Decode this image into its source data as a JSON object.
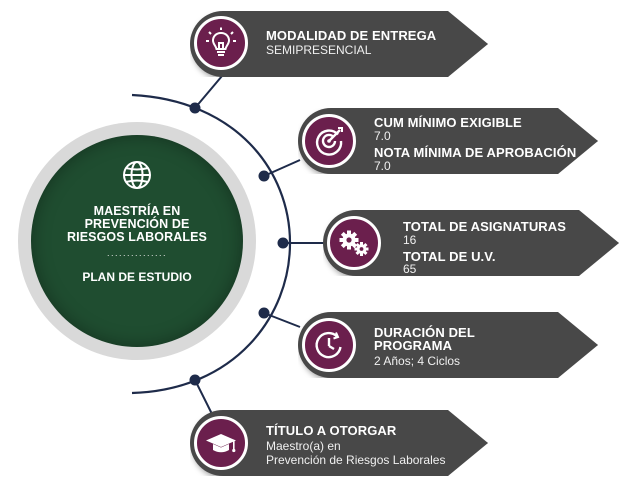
{
  "program": {
    "name": "MAESTRÍA EN PREVENCIÓN DE RIESGOS LABORALES",
    "separator": "...............",
    "subtitle": "PLAN DE ESTUDIO"
  },
  "items": [
    {
      "icon": "lightbulb-icon",
      "label": "MODALIDAD DE ENTREGA",
      "value": "SEMIPRESENCIAL"
    },
    {
      "icon": "target-icon",
      "label": "CUM MÍNIMO EXIGIBLE",
      "value": "7.0",
      "label2": "NOTA MÍNIMA DE APROBACIÓN",
      "value2": "7.0"
    },
    {
      "icon": "gears-icon",
      "label": "TOTAL DE ASIGNATURAS",
      "value": "16",
      "label2": "TOTAL DE U.V.",
      "value2": "65"
    },
    {
      "icon": "clock-icon",
      "label_line1": "DURACIÓN DEL",
      "label_line2": "PROGRAMA",
      "value": "2 Años; 4 Ciclos"
    },
    {
      "icon": "graduation-cap-icon",
      "label": "TÍTULO A OTORGAR",
      "value_line1": "Maestro(a) en",
      "value_line2": "Prevención de Riesgos Laborales"
    }
  ],
  "colors": {
    "hub": "#1f4d30",
    "ring": "#d9d9d9",
    "card": "#484848",
    "badge": "#6b1f4d",
    "connector": "#1e2b4a"
  }
}
